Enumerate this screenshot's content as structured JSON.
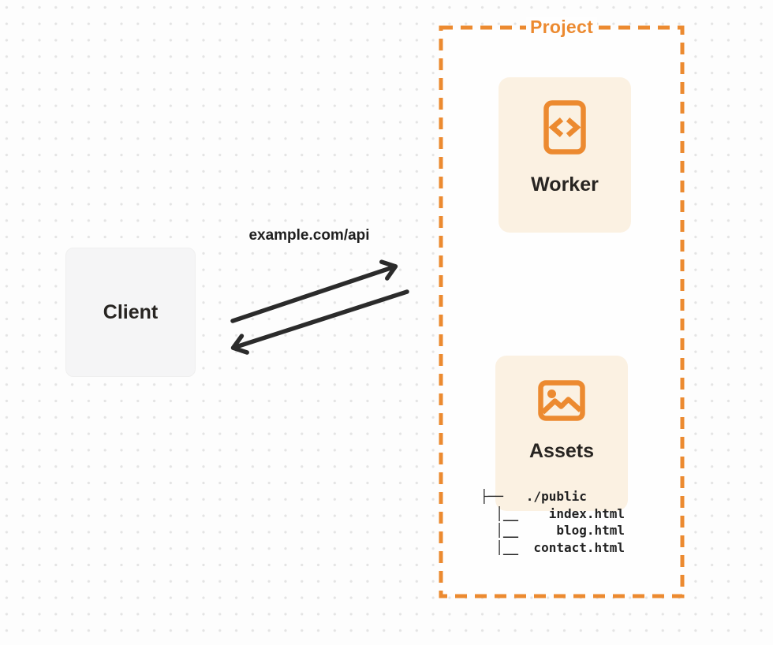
{
  "colors": {
    "orange": "#EC8A30",
    "cream": "#FBF1E2",
    "client-gray": "#F5F5F6",
    "ink": "#272421",
    "arrow": "#2B2B2B",
    "page-bg": "#FDFDFD",
    "dot": "#E4E4E4",
    "project-fill": "#FEFEFE"
  },
  "project": {
    "label": "Project"
  },
  "nodes": {
    "client": {
      "label": "Client"
    },
    "worker": {
      "label": "Worker",
      "icon": "code-document-icon"
    },
    "assets": {
      "label": "Assets",
      "icon": "image-icon"
    }
  },
  "request": {
    "label": "example.com/api"
  },
  "file_tree": {
    "lines": [
      "├──   ./public",
      "  │__    index.html",
      "  │__     blog.html",
      "  │__  contact.html"
    ]
  }
}
